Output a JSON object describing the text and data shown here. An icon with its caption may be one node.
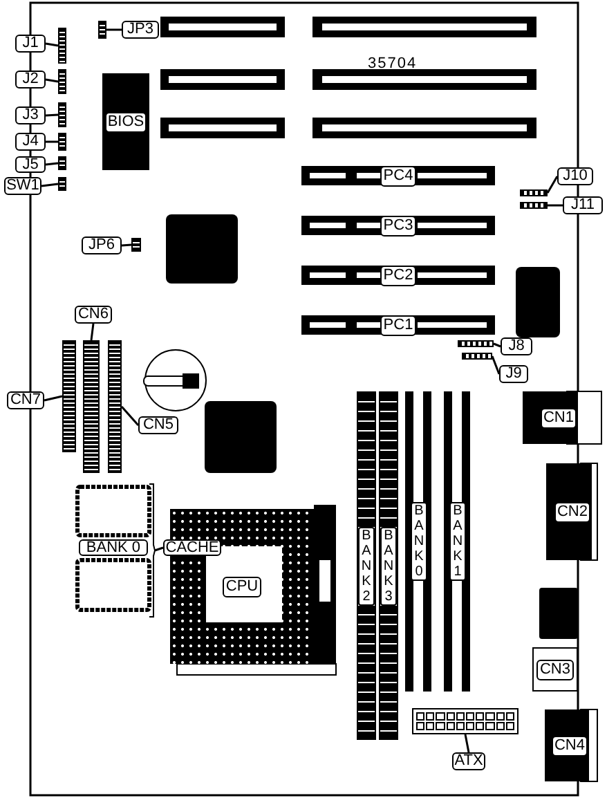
{
  "diagram": {
    "nodes": [
      {
        "text": [
          "JP3"
        ]
      },
      {
        "text": [],
        "shape": "box"
      },
      {
        "text": [
          "J1"
        ]
      },
      {
        "text": [],
        "shape": "box"
      },
      {
        "text": [
          "J2"
        ]
      },
      {
        "text": [],
        "shape": "box"
      },
      {
        "text": [
          "J3"
        ]
      },
      {
        "text": [],
        "shape": "box"
      },
      {
        "text": [
          "J4"
        ]
      },
      {
        "text": [],
        "shape": "box"
      },
      {
        "text": [
          "J5"
        ]
      },
      {
        "text": [],
        "shape": "box"
      },
      {
        "text": [
          "SW1"
        ]
      },
      {
        "text": [],
        "shape": "box"
      },
      {
        "text": [
          "BIOS"
        ]
      },
      {
        "text": [
          "JP6"
        ]
      },
      {
        "text": [],
        "shape": "box"
      },
      {
        "text": [
          "PC4"
        ]
      },
      {
        "text": [
          "PC3"
        ]
      },
      {
        "text": [
          "PC2"
        ]
      },
      {
        "text": [
          "PC1"
        ]
      },
      {
        "text": [
          "J10"
        ]
      },
      {
        "text": [],
        "shape": "box"
      },
      {
        "text": [
          "J11"
        ]
      },
      {
        "text": [],
        "shape": "box"
      },
      {
        "text": [
          "J8"
        ]
      },
      {
        "text": [],
        "shape": "box"
      },
      {
        "text": [
          "J9"
        ]
      },
      {
        "text": [],
        "shape": "box"
      },
      {
        "text": [
          "CN6"
        ]
      },
      {
        "text": [],
        "shape": "box"
      },
      {
        "text": [
          "CN7"
        ]
      },
      {
        "text": [],
        "shape": "box"
      },
      {
        "text": [
          "CN5"
        ]
      },
      {
        "text": [],
        "shape": "box"
      },
      {
        "text": [
          "BANK 0"
        ]
      },
      {
        "text": [
          "CACHE"
        ]
      },
      {
        "text": [],
        "shape": "bracket"
      },
      {
        "text": [
          "CPU"
        ]
      },
      {
        "text": [
          "BANK2"
        ]
      },
      {
        "text": [
          "BANK3"
        ]
      },
      {
        "text": [
          "BANK0"
        ]
      },
      {
        "text": [
          "BANK1"
        ]
      },
      {
        "text": [
          "CN1"
        ]
      },
      {
        "text": [
          "CN2"
        ]
      },
      {
        "text": [
          "CN3"
        ]
      },
      {
        "text": [
          "CN4"
        ]
      },
      {
        "text": [
          "ATX"
        ]
      },
      {
        "text": [],
        "shape": "box"
      }
    ],
    "edges": [
      {
        "from": 0,
        "to": 1,
        "arrow": "none"
      },
      {
        "from": 2,
        "to": 3,
        "arrow": "none"
      },
      {
        "from": 4,
        "to": 5,
        "arrow": "none"
      },
      {
        "from": 6,
        "to": 7,
        "arrow": "none"
      },
      {
        "from": 8,
        "to": 9,
        "arrow": "none"
      },
      {
        "from": 10,
        "to": 11,
        "arrow": "none"
      },
      {
        "from": 12,
        "to": 13,
        "arrow": "none"
      },
      {
        "from": 15,
        "to": 16,
        "arrow": "none"
      },
      {
        "from": 21,
        "to": 22,
        "arrow": "none"
      },
      {
        "from": 23,
        "to": 24,
        "arrow": "none"
      },
      {
        "from": 25,
        "to": 26,
        "arrow": "none"
      },
      {
        "from": 27,
        "to": 28,
        "arrow": "none"
      },
      {
        "from": 29,
        "to": 30,
        "arrow": "none"
      },
      {
        "from": 31,
        "to": 32,
        "arrow": "none"
      },
      {
        "from": 33,
        "to": 34,
        "arrow": "none"
      },
      {
        "from": 36,
        "to": 37,
        "arrow": "none"
      },
      {
        "from": 47,
        "to": 48,
        "arrow": "none"
      }
    ],
    "labels": [
      "35704"
    ]
  }
}
